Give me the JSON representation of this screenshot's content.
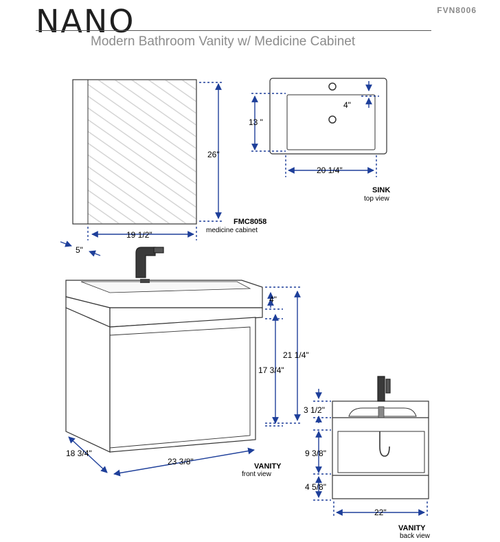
{
  "header": {
    "title": "NANO",
    "model": "FVN8006",
    "subtitle": "Modern Bathroom Vanity w/ Medicine Cabinet"
  },
  "cabinet": {
    "code": "FMC8058",
    "caption": "medicine cabinet",
    "height": "26\"",
    "width": "19 1/2\"",
    "depth": "5\""
  },
  "sink": {
    "label": "SINK",
    "caption": "top view",
    "depth": "13 \"",
    "width": "20 1/4\"",
    "bowl_depth": "4\""
  },
  "vanity_front": {
    "label": "VANITY",
    "caption": "front view",
    "sink_depth": "4\"",
    "cabinet_height": "17 3/4\"",
    "total_height": "21 1/4\"",
    "depth": "18 3/4\"",
    "width": "23 3/8\""
  },
  "vanity_back": {
    "label": "VANITY",
    "caption": "back view",
    "top_height": "3 1/2\"",
    "middle_height": "9 3/8\"",
    "bottom_height": "4 5/8\"",
    "width": "22\""
  },
  "colors": {
    "dimension_line": "#1e3f9a",
    "outline": "#333333",
    "hatch": "#c8c8c8"
  }
}
